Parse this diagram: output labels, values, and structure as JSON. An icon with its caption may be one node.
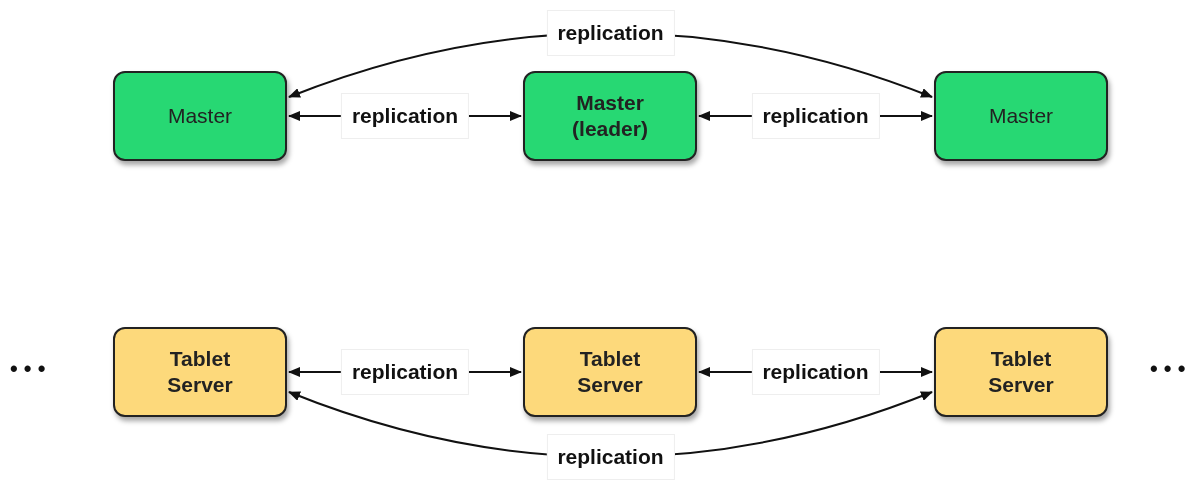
{
  "diagram": {
    "nodes": [
      {
        "text": [
          "Master"
        ]
      },
      {
        "text": [
          "Master (leader)"
        ]
      },
      {
        "text": [
          "Master"
        ]
      },
      {
        "text": [
          "Tablet Server"
        ]
      },
      {
        "text": [
          "Tablet Server"
        ]
      },
      {
        "text": [
          "Tablet Server"
        ]
      }
    ],
    "edges": [
      {
        "from": 0,
        "to": 2,
        "arrow": "both",
        "label": "replication"
      },
      {
        "from": 0,
        "to": 1,
        "arrow": "both",
        "label": "replication"
      },
      {
        "from": 1,
        "to": 2,
        "arrow": "both",
        "label": "replication"
      },
      {
        "from": 3,
        "to": 4,
        "arrow": "both",
        "label": "replication"
      },
      {
        "from": 4,
        "to": 5,
        "arrow": "both",
        "label": "replication"
      },
      {
        "from": 3,
        "to": 5,
        "arrow": "both",
        "label": "replication"
      }
    ],
    "labels": [
      "• • •",
      "• • •"
    ]
  }
}
